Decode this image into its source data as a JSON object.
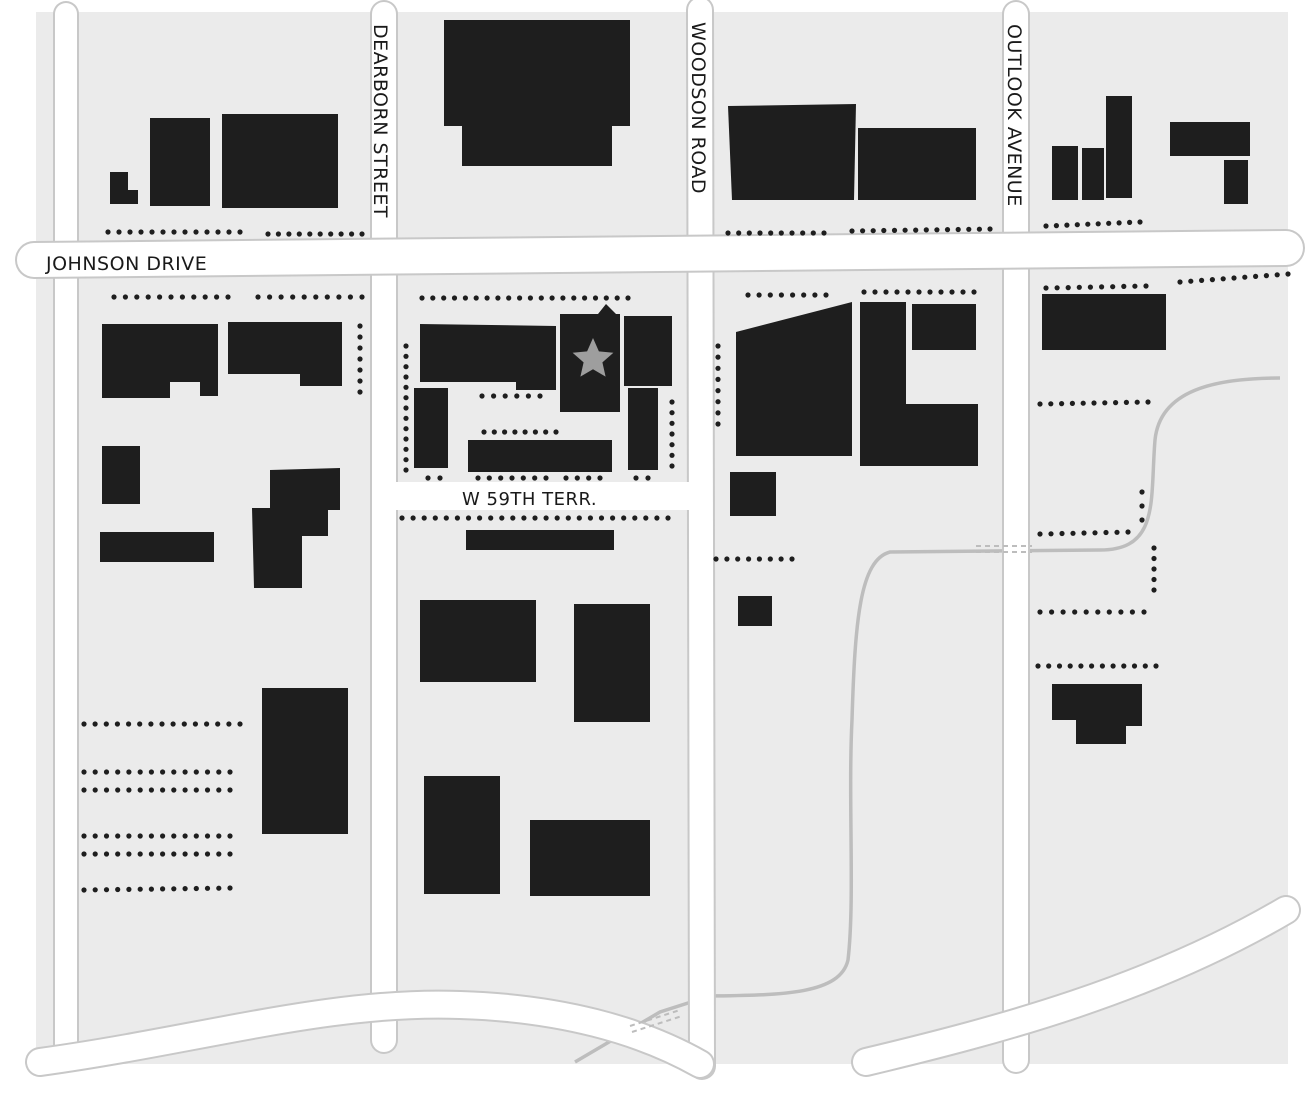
{
  "map": {
    "streets": {
      "johnson_drive": "JOHNSON DRIVE",
      "dearborn_street": "DEARBORN STREET",
      "woodson_road": "WOODSON ROAD",
      "outlook_avenue": "OUTLOOK AVENUE",
      "w_59th_terr": "W 59TH TERR."
    },
    "colors": {
      "background": "#ffffff",
      "land": "#ebebeb",
      "road": "#ffffff",
      "road_outline": "#c8c8c8",
      "building": "#1e1e1e",
      "parking_dots": "#1e1e1e",
      "creek": "#bdbdbd",
      "marker_star": "#9e9e9e"
    },
    "marker": {
      "icon": "star-icon"
    }
  }
}
